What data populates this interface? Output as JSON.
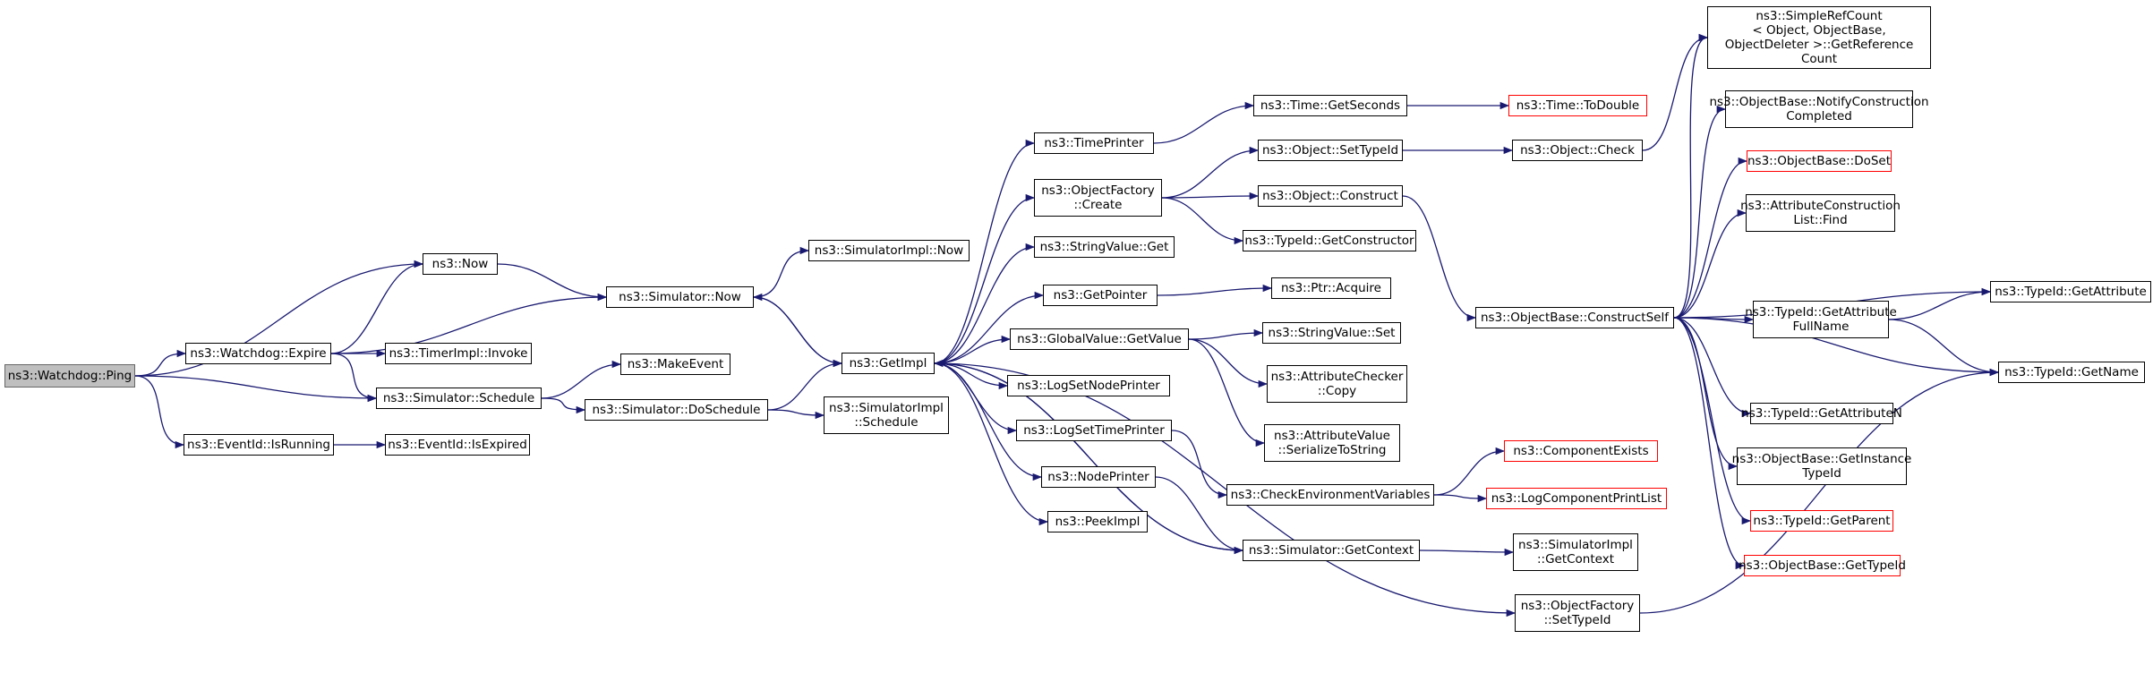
{
  "nodes": [
    {
      "id": "ping",
      "label": "ns3::Watchdog::Ping",
      "kind": "root"
    },
    {
      "id": "now",
      "label": "ns3::Now",
      "kind": "normal"
    },
    {
      "id": "expire",
      "label": "ns3::Watchdog::Expire",
      "kind": "normal"
    },
    {
      "id": "sched",
      "label": "ns3::Simulator::Schedule",
      "kind": "normal"
    },
    {
      "id": "isrunning",
      "label": "ns3::EventId::IsRunning",
      "kind": "normal"
    },
    {
      "id": "isexpired",
      "label": "ns3::EventId::IsExpired",
      "kind": "normal"
    },
    {
      "id": "timerinvoke",
      "label": "ns3::TimerImpl::Invoke",
      "kind": "normal"
    },
    {
      "id": "simnow",
      "label": "ns3::Simulator::Now",
      "kind": "normal"
    },
    {
      "id": "makeevent",
      "label": "ns3::MakeEvent",
      "kind": "normal"
    },
    {
      "id": "dosched",
      "label": "ns3::Simulator::DoSchedule",
      "kind": "normal"
    },
    {
      "id": "implnow",
      "label": "ns3::SimulatorImpl::Now",
      "kind": "normal"
    },
    {
      "id": "getimpl",
      "label": "ns3::GetImpl",
      "kind": "normal"
    },
    {
      "id": "implsched",
      "label": "ns3::SimulatorImpl\n::Schedule",
      "kind": "normal"
    },
    {
      "id": "timeprinter",
      "label": "ns3::TimePrinter",
      "kind": "normal"
    },
    {
      "id": "ofcreate",
      "label": "ns3::ObjectFactory\n::Create",
      "kind": "normal"
    },
    {
      "id": "svget",
      "label": "ns3::StringValue::Get",
      "kind": "normal"
    },
    {
      "id": "getpointer",
      "label": "ns3::GetPointer",
      "kind": "normal"
    },
    {
      "id": "gvgetvalue",
      "label": "ns3::GlobalValue::GetValue",
      "kind": "normal"
    },
    {
      "id": "logsetnode",
      "label": "ns3::LogSetNodePrinter",
      "kind": "normal"
    },
    {
      "id": "logsettime",
      "label": "ns3::LogSetTimePrinter",
      "kind": "normal"
    },
    {
      "id": "nodeprinter",
      "label": "ns3::NodePrinter",
      "kind": "normal"
    },
    {
      "id": "peekimpl",
      "label": "ns3::PeekImpl",
      "kind": "normal"
    },
    {
      "id": "getseconds",
      "label": "ns3::Time::GetSeconds",
      "kind": "normal"
    },
    {
      "id": "settypeid",
      "label": "ns3::Object::SetTypeId",
      "kind": "normal"
    },
    {
      "id": "construct",
      "label": "ns3::Object::Construct",
      "kind": "normal"
    },
    {
      "id": "getconstructor",
      "label": "ns3::TypeId::GetConstructor",
      "kind": "normal"
    },
    {
      "id": "ptracquire",
      "label": "ns3::Ptr::Acquire",
      "kind": "normal"
    },
    {
      "id": "svset",
      "label": "ns3::StringValue::Set",
      "kind": "normal"
    },
    {
      "id": "accopy",
      "label": "ns3::AttributeChecker\n::Copy",
      "kind": "normal"
    },
    {
      "id": "avser",
      "label": "ns3::AttributeValue\n::SerializeToString",
      "kind": "normal"
    },
    {
      "id": "checkenv",
      "label": "ns3::CheckEnvironmentVariables",
      "kind": "normal"
    },
    {
      "id": "getcontext",
      "label": "ns3::Simulator::GetContext",
      "kind": "normal"
    },
    {
      "id": "ofsettypeid",
      "label": "ns3::ObjectFactory\n::SetTypeId",
      "kind": "normal"
    },
    {
      "id": "todouble",
      "label": "ns3::Time::ToDouble",
      "kind": "ext"
    },
    {
      "id": "objcheck",
      "label": "ns3::Object::Check",
      "kind": "normal"
    },
    {
      "id": "constructself",
      "label": "ns3::ObjectBase::ConstructSelf",
      "kind": "normal"
    },
    {
      "id": "compexists",
      "label": "ns3::ComponentExists",
      "kind": "ext"
    },
    {
      "id": "logcomplist",
      "label": "ns3::LogComponentPrintList",
      "kind": "ext"
    },
    {
      "id": "implgetctx",
      "label": "ns3::SimulatorImpl\n::GetContext",
      "kind": "normal"
    },
    {
      "id": "simplerefcount",
      "label": "ns3::SimpleRefCount\n< Object, ObjectBase,\n ObjectDeleter >::GetReference\nCount",
      "kind": "normal"
    },
    {
      "id": "notifyconstr",
      "label": "ns3::ObjectBase::NotifyConstruction\nCompleted",
      "kind": "normal"
    },
    {
      "id": "doset",
      "label": "ns3::ObjectBase::DoSet",
      "kind": "ext"
    },
    {
      "id": "aclfind",
      "label": "ns3::AttributeConstruction\nList::Find",
      "kind": "normal"
    },
    {
      "id": "getattrfullname",
      "label": "ns3::TypeId::GetAttribute\nFullName",
      "kind": "normal"
    },
    {
      "id": "getattrn",
      "label": "ns3::TypeId::GetAttributeN",
      "kind": "normal"
    },
    {
      "id": "getinstancetypeid",
      "label": "ns3::ObjectBase::GetInstance\nTypeId",
      "kind": "normal"
    },
    {
      "id": "getparent",
      "label": "ns3::TypeId::GetParent",
      "kind": "ext"
    },
    {
      "id": "obgettypeid",
      "label": "ns3::ObjectBase::GetTypeId",
      "kind": "ext"
    },
    {
      "id": "getattribute",
      "label": "ns3::TypeId::GetAttribute",
      "kind": "normal"
    },
    {
      "id": "getname",
      "label": "ns3::TypeId::GetName",
      "kind": "normal"
    }
  ],
  "edges": [
    [
      "ping",
      "now"
    ],
    [
      "ping",
      "expire"
    ],
    [
      "ping",
      "sched"
    ],
    [
      "ping",
      "isrunning"
    ],
    [
      "expire",
      "now"
    ],
    [
      "expire",
      "simnow"
    ],
    [
      "expire",
      "sched"
    ],
    [
      "expire",
      "timerinvoke"
    ],
    [
      "now",
      "simnow"
    ],
    [
      "isrunning",
      "isexpired"
    ],
    [
      "sched",
      "makeevent"
    ],
    [
      "sched",
      "dosched"
    ],
    [
      "simnow",
      "implnow"
    ],
    [
      "simnow",
      "getimpl"
    ],
    [
      "dosched",
      "getimpl"
    ],
    [
      "dosched",
      "implsched"
    ],
    [
      "getimpl",
      "simnow"
    ],
    [
      "getimpl",
      "timeprinter"
    ],
    [
      "getimpl",
      "ofcreate"
    ],
    [
      "getimpl",
      "svget"
    ],
    [
      "getimpl",
      "getpointer"
    ],
    [
      "getimpl",
      "gvgetvalue"
    ],
    [
      "getimpl",
      "logsetnode"
    ],
    [
      "getimpl",
      "logsettime"
    ],
    [
      "getimpl",
      "nodeprinter"
    ],
    [
      "getimpl",
      "peekimpl"
    ],
    [
      "getimpl",
      "getcontext"
    ],
    [
      "getimpl",
      "ofsettypeid"
    ],
    [
      "timeprinter",
      "getseconds"
    ],
    [
      "getseconds",
      "todouble"
    ],
    [
      "ofcreate",
      "settypeid"
    ],
    [
      "ofcreate",
      "construct"
    ],
    [
      "ofcreate",
      "getconstructor"
    ],
    [
      "settypeid",
      "objcheck"
    ],
    [
      "objcheck",
      "simplerefcount"
    ],
    [
      "construct",
      "constructself"
    ],
    [
      "getpointer",
      "ptracquire"
    ],
    [
      "gvgetvalue",
      "svset"
    ],
    [
      "gvgetvalue",
      "accopy"
    ],
    [
      "gvgetvalue",
      "avser"
    ],
    [
      "logsettime",
      "checkenv"
    ],
    [
      "checkenv",
      "compexists"
    ],
    [
      "checkenv",
      "logcomplist"
    ],
    [
      "nodeprinter",
      "getcontext"
    ],
    [
      "getcontext",
      "implgetctx"
    ],
    [
      "getcontext",
      "getimpl"
    ],
    [
      "ofsettypeid",
      "getname"
    ],
    [
      "constructself",
      "simplerefcount"
    ],
    [
      "constructself",
      "notifyconstr"
    ],
    [
      "constructself",
      "doset"
    ],
    [
      "constructself",
      "aclfind"
    ],
    [
      "constructself",
      "getattrfullname"
    ],
    [
      "constructself",
      "getattribute"
    ],
    [
      "constructself",
      "getname"
    ],
    [
      "constructself",
      "getattrn"
    ],
    [
      "constructself",
      "getinstancetypeid"
    ],
    [
      "constructself",
      "getparent"
    ],
    [
      "constructself",
      "obgettypeid"
    ],
    [
      "getattrfullname",
      "getattribute"
    ],
    [
      "getattrfullname",
      "getname"
    ]
  ],
  "colors": {
    "edge": "#191970",
    "node_border": "#000000",
    "external_border": "#ff0000",
    "root_fill": "#bfbfbf"
  }
}
